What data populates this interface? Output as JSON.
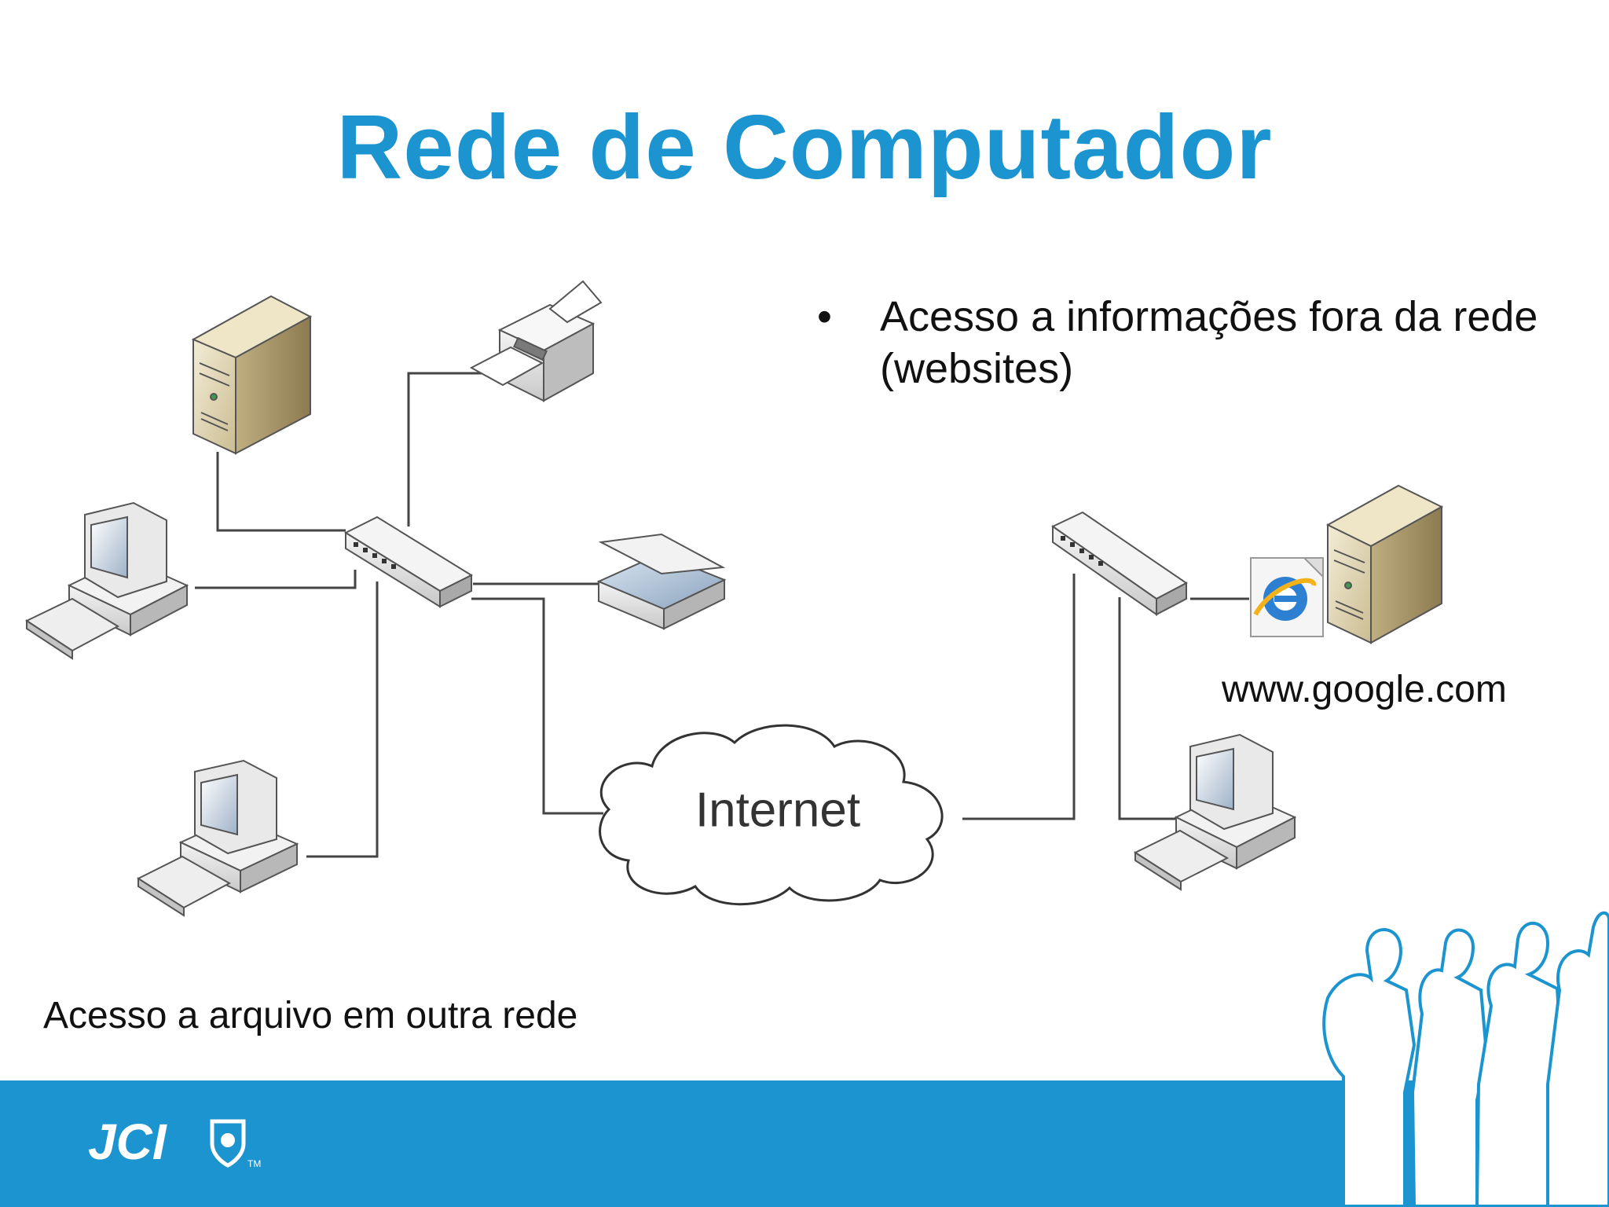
{
  "title": "Rede de Computador",
  "bullet": {
    "marker": "•",
    "text": "Acesso a informações fora da rede (websites)"
  },
  "diagram": {
    "cloud_label": "Internet",
    "site_label": "www.google.com"
  },
  "caption": "Acesso a arquivo em outra rede",
  "footer": {
    "logo_text": "JCI",
    "trademark": "TM",
    "band_color": "#1b94d0"
  },
  "colors": {
    "title": "#1b94d0",
    "accent": "#1b94d0"
  }
}
